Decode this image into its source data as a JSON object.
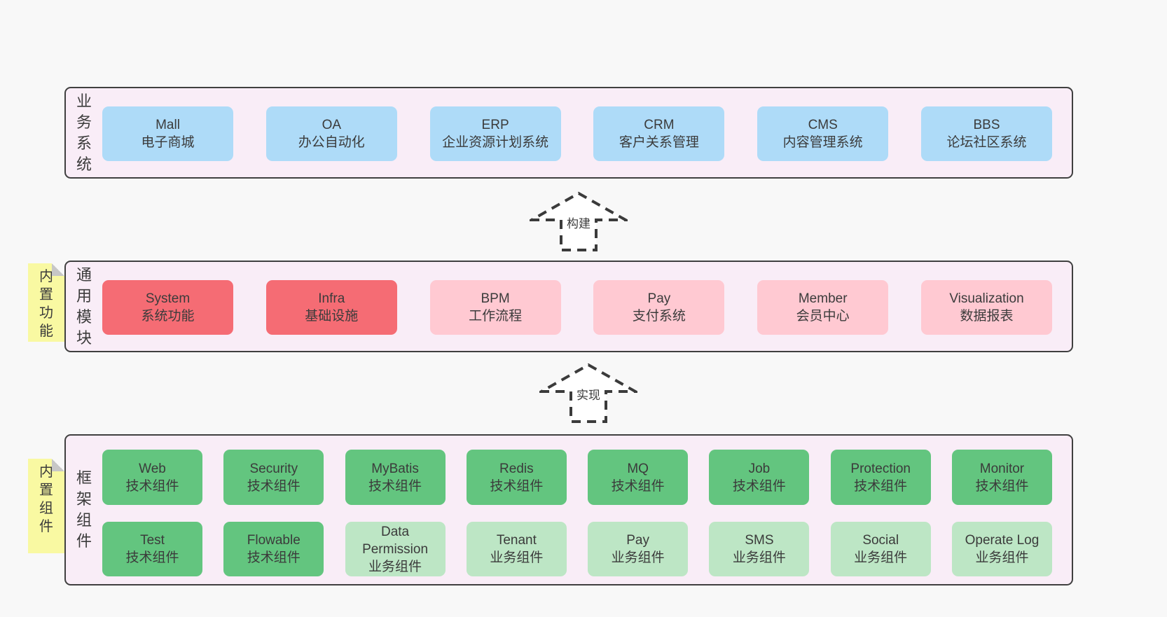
{
  "diagram": {
    "arrows": [
      {
        "label": "构建"
      },
      {
        "label": "实现"
      }
    ],
    "business": {
      "label": "业务系统",
      "items": [
        {
          "name": "Mall",
          "desc": "电子商城"
        },
        {
          "name": "OA",
          "desc": "办公自动化"
        },
        {
          "name": "ERP",
          "desc": "企业资源计划系统"
        },
        {
          "name": "CRM",
          "desc": "客户关系管理"
        },
        {
          "name": "CMS",
          "desc": "内容管理系统"
        },
        {
          "name": "BBS",
          "desc": "论坛社区系统"
        }
      ]
    },
    "modules": {
      "label": "通用模块",
      "note": "内置功能",
      "items": [
        {
          "name": "System",
          "desc": "系统功能",
          "variant": "red"
        },
        {
          "name": "Infra",
          "desc": "基础设施",
          "variant": "red"
        },
        {
          "name": "BPM",
          "desc": "工作流程",
          "variant": "pink"
        },
        {
          "name": "Pay",
          "desc": "支付系统",
          "variant": "pink"
        },
        {
          "name": "Member",
          "desc": "会员中心",
          "variant": "pink"
        },
        {
          "name": "Visualization",
          "desc": "数据报表",
          "variant": "pink"
        }
      ]
    },
    "framework": {
      "label": "框架组件",
      "note": "内置组件",
      "row1": [
        {
          "name": "Web",
          "desc": "技术组件",
          "variant": "green"
        },
        {
          "name": "Security",
          "desc": "技术组件",
          "variant": "green"
        },
        {
          "name": "MyBatis",
          "desc": "技术组件",
          "variant": "green"
        },
        {
          "name": "Redis",
          "desc": "技术组件",
          "variant": "green"
        },
        {
          "name": "MQ",
          "desc": "技术组件",
          "variant": "green"
        },
        {
          "name": "Job",
          "desc": "技术组件",
          "variant": "green"
        },
        {
          "name": "Protection",
          "desc": "技术组件",
          "variant": "green"
        },
        {
          "name": "Monitor",
          "desc": "技术组件",
          "variant": "green"
        }
      ],
      "row2": [
        {
          "name": "Test",
          "desc": "技术组件",
          "variant": "green"
        },
        {
          "name": "Flowable",
          "desc": "技术组件",
          "variant": "green"
        },
        {
          "name": "Data Permission",
          "desc": "业务组件",
          "variant": "lightgreen"
        },
        {
          "name": "Tenant",
          "desc": "业务组件",
          "variant": "lightgreen"
        },
        {
          "name": "Pay",
          "desc": "业务组件",
          "variant": "lightgreen"
        },
        {
          "name": "SMS",
          "desc": "业务组件",
          "variant": "lightgreen"
        },
        {
          "name": "Social",
          "desc": "业务组件",
          "variant": "lightgreen"
        },
        {
          "name": "Operate Log",
          "desc": "业务组件",
          "variant": "lightgreen"
        }
      ]
    },
    "colors": {
      "page_bg": "#f8f8f8",
      "layer_bg": "#f9edf7",
      "layer_border": "#404040",
      "blue_box": "#aedbf8",
      "red_box": "#f56c74",
      "pink_box": "#ffc9d2",
      "green_box": "#63c57f",
      "light_green_box": "#bde6c5",
      "sticky_note": "#f9f9a2",
      "note_fold": "#c7c7c7",
      "text": "#3b3b3b"
    }
  }
}
